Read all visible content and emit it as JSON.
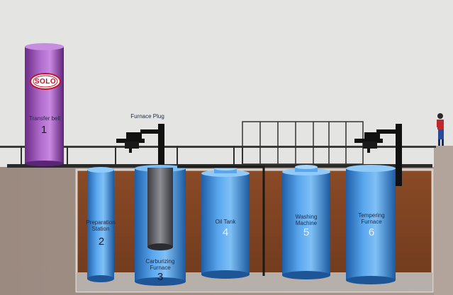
{
  "equipment": [
    {
      "number": "1",
      "label": "Transfer bell"
    },
    {
      "number": "2",
      "label": "Preparation\nStation"
    },
    {
      "number": "3",
      "label": "Carburizing\nFurnace"
    },
    {
      "number": "4",
      "label": "Oil Tank"
    },
    {
      "number": "5",
      "label": "Washing\nMachine"
    },
    {
      "number": "6",
      "label": "Tempering\nFurnace"
    }
  ],
  "furnace_plug_label": "Furnace Plug",
  "logo_text": "SOLO",
  "colors": {
    "pit_brown": "#8a4a26",
    "tank_blue": "#3f8fd8",
    "bell_purple": "#9a4fb6",
    "logo_red": "#c8102e"
  }
}
